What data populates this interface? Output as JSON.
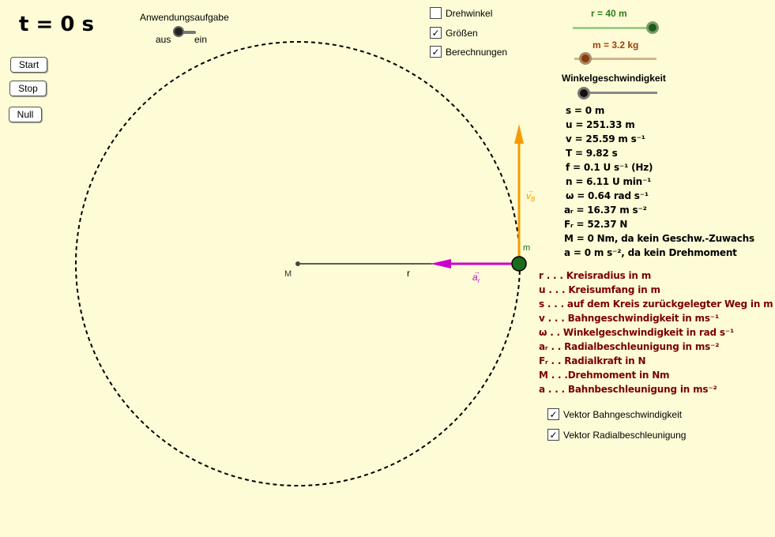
{
  "time_display": "t = 0 s",
  "task_toggle": {
    "title": "Anwendungsaufgabe",
    "off_label": "aus",
    "on_label": "ein"
  },
  "buttons": {
    "start": "Start",
    "stop": "Stop",
    "reset": "Null"
  },
  "checkboxes": [
    {
      "label": "Drehwinkel",
      "checked": false
    },
    {
      "label": "Größen",
      "checked": true
    },
    {
      "label": "Berechnungen",
      "checked": true
    }
  ],
  "sliders": {
    "radius": {
      "label": "r = 40 m",
      "color": "#2e7d1a"
    },
    "mass": {
      "label": "m = 3.2 kg",
      "color": "#a0400c"
    },
    "angular": {
      "label": "Winkelgeschwindigkeit",
      "color": "#000000"
    }
  },
  "calculations": [
    "s = 0 m",
    "u = 251.33 m",
    "v = 25.59 m s⁻¹",
    "T = 9.82 s",
    " f = 0.1 U s⁻¹  (Hz)",
    "n = 6.11 U min⁻¹",
    "ω = 0.64 rad s⁻¹",
    "aᵣ = 16.37 m s⁻²",
    "Fᵣ = 52.37 N",
    "M = 0 Nm, da kein Geschw.-Zuwachs",
    " a = 0 m s⁻², da kein Drehmoment"
  ],
  "legend": [
    "r . . . Kreisradius in m",
    "u . . . Kreisumfang in m",
    "s . . . auf dem Kreis zurückgelegter Weg in m",
    "v . . . Bahngeschwindigkeit in ms⁻¹",
    "ω . .  Winkelgeschwindigkeit in rad s⁻¹",
    "aᵣ . . Radialbeschleunigung in ms⁻²",
    "Fᵣ . . Radialkraft in N",
    "M . . .Drehmoment in Nm",
    "a . . . Bahnbeschleunigung in ms⁻²"
  ],
  "vector_checkboxes": [
    {
      "label": "Vektor Bahngeschwindigkeit",
      "checked": true
    },
    {
      "label": "Vektor Radialbeschleunigung",
      "checked": true
    }
  ],
  "figure": {
    "center_label": "M",
    "radius_label": "r",
    "mass_label": "m",
    "velocity_label": "v",
    "velocity_sub": "B",
    "accel_label": "a",
    "accel_sub": "r",
    "colors": {
      "velocity": "#f59c00",
      "acceleration": "#cc00cc",
      "mass": "#1a6b1a",
      "background": "#fefcd6"
    }
  }
}
